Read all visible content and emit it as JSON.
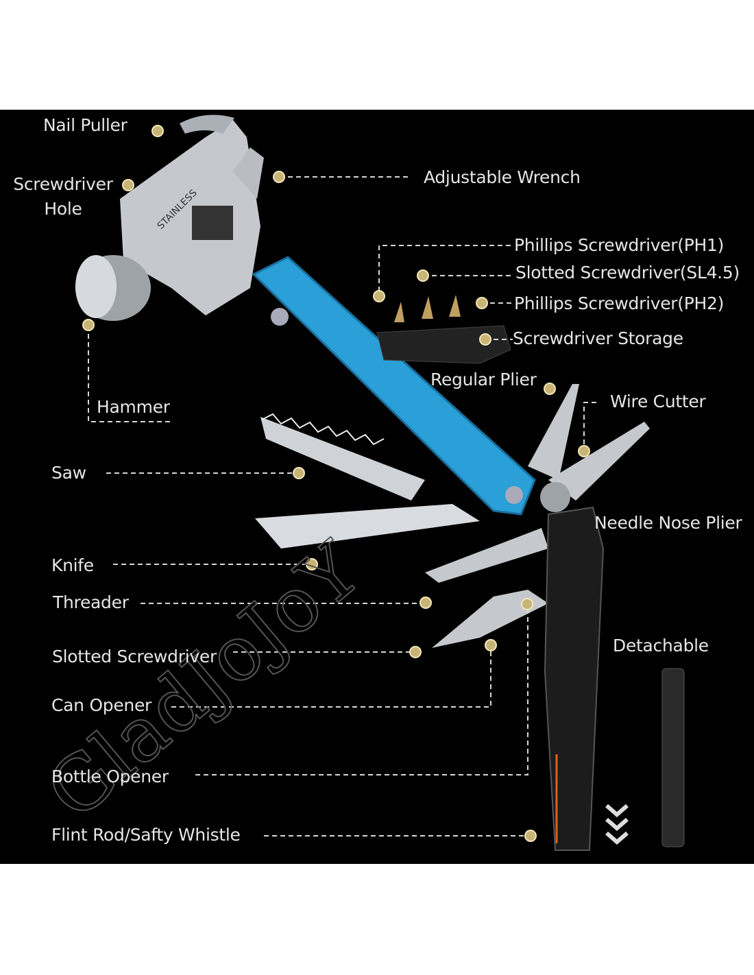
{
  "watermark": "GladJoJoY",
  "colors": {
    "background": "#000000",
    "label": "#e6e6e6",
    "dot": "#c8b477",
    "handle_blue": "#2a9fd8",
    "handle_black": "#1c1c1c",
    "steel": "#c9cdd2"
  },
  "labels": {
    "nail_puller": "Nail Puller",
    "screwdriver_hole_1": "Screwdriver",
    "screwdriver_hole_2": "Hole",
    "adjustable_wrench": "Adjustable Wrench",
    "phillips_ph1": "Phillips Screwdriver(PH1)",
    "slotted_sl45": "Slotted Screwdriver(SL4.5)",
    "phillips_ph2": "Phillips Screwdriver(PH2)",
    "screwdriver_storage": "Screwdriver Storage",
    "regular_plier": "Regular Plier",
    "wire_cutter": "Wire Cutter",
    "hammer": "Hammer",
    "saw": "Saw",
    "needle_nose_plier": "Needle Nose Plier",
    "knife": "Knife",
    "threader": "Threader",
    "slotted_screwdriver": "Slotted Screwdriver",
    "can_opener": "Can Opener",
    "detachable": "Detachable",
    "bottle_opener": "Bottle Opener",
    "flint_rod": "Flint Rod/Safty Whistle"
  },
  "engraving": "STAINLESS"
}
